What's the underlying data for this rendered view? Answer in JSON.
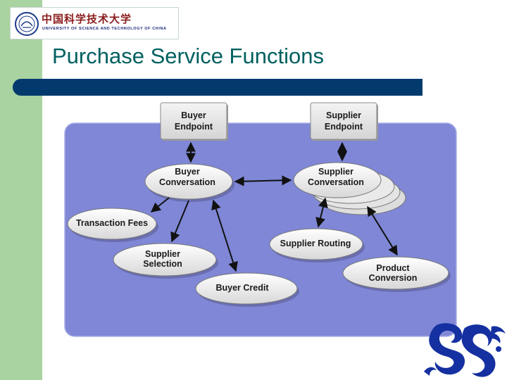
{
  "logo": {
    "name_cn": "中国科学技术大学",
    "name_en": "UNIVERSITY OF SCIENCE AND TECHNOLOGY OF CHINA"
  },
  "slide": {
    "title": "Purchase Service Functions"
  },
  "diagram": {
    "endpoints": {
      "buyer": [
        "Buyer",
        "Endpoint"
      ],
      "supplier": [
        "Supplier",
        "Endpoint"
      ]
    },
    "nodes": {
      "buyer_conversation": [
        "Buyer",
        "Conversation"
      ],
      "supplier_conversation": [
        "Supplier",
        "Conversation"
      ],
      "transaction_fees": [
        "Transaction Fees"
      ],
      "supplier_selection": [
        "Supplier",
        "Selection"
      ],
      "buyer_credit": [
        "Buyer Credit"
      ],
      "supplier_routing": [
        "Supplier Routing"
      ],
      "product_conversion": [
        "Product",
        "Conversion"
      ]
    }
  },
  "colors": {
    "sidebar": "#a9d3a0",
    "title": "#006060",
    "title_bar": "#033a6e",
    "panel": "#7f87d6",
    "node_fill": "#eeeeee",
    "dragon": "#1530a0"
  }
}
